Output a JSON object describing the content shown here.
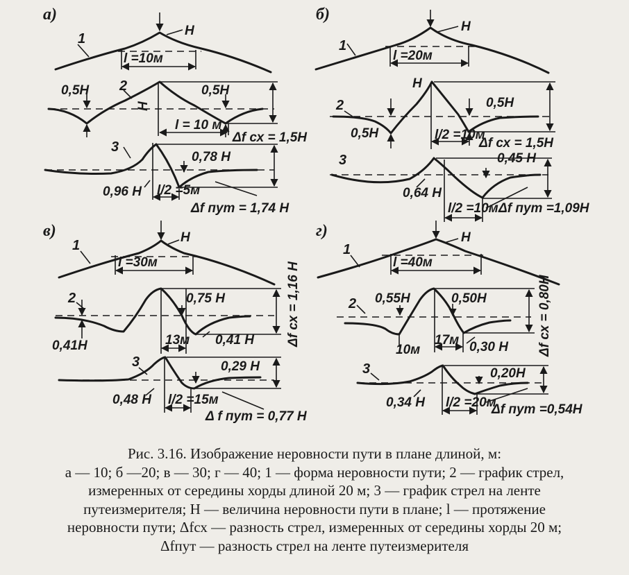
{
  "panels": {
    "a": {
      "letter": "а)",
      "c1": "1",
      "c2": "2",
      "c3": "3",
      "H": "H",
      "H2": "H",
      "l_top": "l =10м",
      "c2_left": "0,5H",
      "c2_right": "0,5H",
      "c2_len": "l = 10 м",
      "c2_diff": "Δf сх = 1,5H",
      "c3_left": "0,96 H",
      "c3_right": "0,78 H",
      "c3_len": "l/2 =5м",
      "c3_diff": "Δf пут = 1,74 H"
    },
    "b": {
      "letter": "б)",
      "c1": "1",
      "c2": "2",
      "c3": "3",
      "H": "H",
      "H2": "H",
      "l_top": "l =20м",
      "c2_left": "0,5H",
      "c2_right": "0,5H",
      "c2_len": "l/2 =10м",
      "c2_diff": "Δf сх = 1,5H",
      "c3_left": "0,64 H",
      "c3_right": "0,45 H",
      "c3_len": "l/2 =10м",
      "c3_diff": "Δf пут =1,09H"
    },
    "v": {
      "letter": "в)",
      "c1": "1",
      "c2": "2",
      "c3": "3",
      "H": "H",
      "l_top": "l =30м",
      "c2_left": "0,41H",
      "c2_right": "0,75 H",
      "c2_right2": "0,41 H",
      "c2_len": "13м",
      "c2_diff": "Δf сх = 1,16 H",
      "c3_left": "0,48 H",
      "c3_right": "0,29 H",
      "c3_len": "l/2 =15м",
      "c3_diff": "Δ f пут = 0,77 H"
    },
    "g": {
      "letter": "г)",
      "c1": "1",
      "c2": "2",
      "c3": "3",
      "H": "H",
      "l_top": "l =40м",
      "c2_left": "0,55H",
      "c2_right": "0,50H",
      "c2_right2": "0,30 H",
      "c2_len1": "10м",
      "c2_len2": "17м",
      "c2_diff": "Δf сх = 0,80H",
      "c3_left": "0,34 H",
      "c3_right": "0,20H",
      "c3_len": "l/2 =20м",
      "c3_diff": "Δf пут =0,54H"
    }
  },
  "caption": {
    "line1": "Рис. 3.16. Изображение неровности пути в плане длиной, м:",
    "line2": "а — 10; б —20; в — 30; г — 40; 1 — форма неровности пути; 2 — график стрел,",
    "line3": "измеренных от середины хорды длиной 20 м; 3 — график стрел на ленте",
    "line4": "путеизмерителя; H — величина неровности пути в плане; l — протяжение",
    "line5": "неровности пути; Δfсх — разность стрел, измеренных от середины хорды 20 м;",
    "line6": "Δfпут — разность стрел на ленте путеизмерителя"
  }
}
